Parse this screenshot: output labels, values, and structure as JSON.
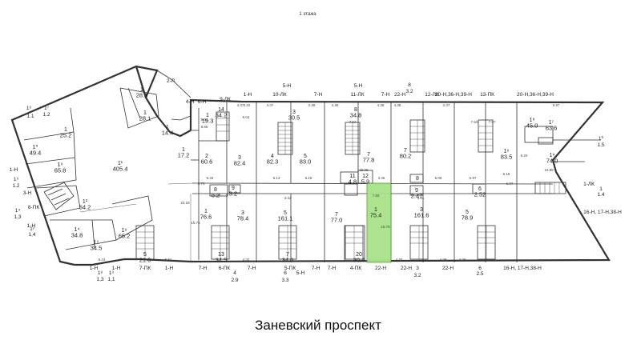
{
  "title": "1 этажа",
  "street": "Заневский проспект",
  "colors": {
    "highlight": "#a9e28a",
    "highlight_stroke": "#4c9a2a",
    "wall": "#333333"
  },
  "top_axes": [
    {
      "id": "a1",
      "label": "2-Л"
    },
    {
      "id": "a2",
      "label": "4-Н"
    },
    {
      "id": "a3",
      "label": "6-Н"
    },
    {
      "id": "a4",
      "label": "9-ЛК"
    },
    {
      "id": "a5",
      "label": "1-Н"
    },
    {
      "id": "a6",
      "label": "5-Н"
    },
    {
      "id": "a7",
      "label": "10-ЛК"
    },
    {
      "id": "a8",
      "label": "7-Н"
    },
    {
      "id": "a9",
      "label": "5-Н"
    },
    {
      "id": "a10",
      "label": "11-ЛК"
    },
    {
      "id": "a11",
      "label": "7-Н"
    },
    {
      "id": "a12",
      "label": "22-Н"
    },
    {
      "id": "a13",
      "label": "8"
    },
    {
      "id": "a14",
      "label": "3.2"
    },
    {
      "id": "a15",
      "label": "12-ЛК"
    },
    {
      "id": "a16",
      "label": "20-Н,36-Н,39-Н"
    },
    {
      "id": "a17",
      "label": "13-ПК"
    },
    {
      "id": "a18",
      "label": "20-Н,36-Н,39-Н"
    }
  ],
  "bottom_axes": [
    {
      "id": "b1",
      "label": "1-Н"
    },
    {
      "id": "b2",
      "label": "1-Н"
    },
    {
      "id": "b3",
      "label": "1⁸"
    },
    {
      "id": "b4",
      "label": "1,3"
    },
    {
      "id": "b5",
      "label": "1⁹"
    },
    {
      "id": "b6",
      "label": "1,1"
    },
    {
      "id": "b7",
      "label": "7-ПК"
    },
    {
      "id": "b8",
      "label": "1-Н"
    },
    {
      "id": "b9",
      "label": "7-Н"
    },
    {
      "id": "b10",
      "label": "6-ПК"
    },
    {
      "id": "b11",
      "label": "4"
    },
    {
      "id": "b12",
      "label": "2.9"
    },
    {
      "id": "b13",
      "label": "7-Н"
    },
    {
      "id": "b14",
      "label": "5-ПК"
    },
    {
      "id": "b15",
      "label": "6"
    },
    {
      "id": "b16",
      "label": "3.3"
    },
    {
      "id": "b17",
      "label": "5-Н"
    },
    {
      "id": "b18",
      "label": "7-Н"
    },
    {
      "id": "b19",
      "label": "7-Н"
    },
    {
      "id": "b20",
      "label": "4-ПК"
    },
    {
      "id": "b21",
      "label": "22-Н"
    },
    {
      "id": "b22",
      "label": "3"
    },
    {
      "id": "b23",
      "label": "3.2"
    },
    {
      "id": "b24",
      "label": "22-Н"
    },
    {
      "id": "b25",
      "label": "22-Н"
    },
    {
      "id": "b26",
      "label": "6"
    },
    {
      "id": "b27",
      "label": "2.5"
    },
    {
      "id": "b28",
      "label": "16-Н, 17-Н,38-Н"
    }
  ],
  "side_axes": [
    {
      "id": "s1",
      "label": "1⁶"
    },
    {
      "id": "s2",
      "label": "1.1"
    },
    {
      "id": "s3",
      "label": "1⁷"
    },
    {
      "id": "s4",
      "label": "1.2"
    },
    {
      "id": "s5",
      "label": "1-Н"
    },
    {
      "id": "s6",
      "label": "1⁵"
    },
    {
      "id": "s7",
      "label": "1.2"
    },
    {
      "id": "s8",
      "label": "3-Н"
    },
    {
      "id": "s9",
      "label": "8-ПК"
    },
    {
      "id": "s10",
      "label": "1⁴"
    },
    {
      "id": "s11",
      "label": "1,3"
    },
    {
      "id": "s12",
      "label": "1-Н"
    },
    {
      "id": "s13",
      "label": "1²"
    },
    {
      "id": "s14",
      "label": "1,4"
    },
    {
      "id": "s15",
      "label": "1⁰"
    },
    {
      "id": "s16",
      "label": "1.5"
    },
    {
      "id": "s17",
      "label": "1-ЛК"
    },
    {
      "id": "s18",
      "label": "1"
    },
    {
      "id": "s19",
      "label": "1.4"
    },
    {
      "id": "s20",
      "label": "16-Н, 17-Н,38-Н"
    }
  ],
  "rooms": [
    {
      "id": "r1",
      "num": "1",
      "area": "28.1"
    },
    {
      "id": "r2",
      "num": "1",
      "area": "28.1"
    },
    {
      "id": "r3",
      "num": "1",
      "area": "14.4"
    },
    {
      "id": "r4",
      "num": "1",
      "area": "25.2"
    },
    {
      "id": "r5",
      "num": "1⁰",
      "area": "49.4"
    },
    {
      "id": "r6",
      "num": "1⁹",
      "area": "65.8"
    },
    {
      "id": "r7",
      "num": "1¹",
      "area": "405.4"
    },
    {
      "id": "r8",
      "num": "1²",
      "area": "54.2"
    },
    {
      "id": "r9",
      "num": "1⁴",
      "area": "34.8"
    },
    {
      "id": "r10",
      "num": "1⁵",
      "area": "34.5"
    },
    {
      "id": "r11",
      "num": "1⁶",
      "area": "65.2"
    },
    {
      "id": "r12",
      "num": "1",
      "area": "17.2"
    },
    {
      "id": "r13",
      "num": "1",
      "area": "19.3"
    },
    {
      "id": "r14",
      "num": "14",
      "area": "34.2"
    },
    {
      "id": "r15",
      "num": "3",
      "area": "30.5"
    },
    {
      "id": "r16",
      "num": "2",
      "area": "60.6"
    },
    {
      "id": "r17",
      "num": "3",
      "area": "82.4"
    },
    {
      "id": "r18",
      "num": "4",
      "area": "82.3"
    },
    {
      "id": "r19",
      "num": "5",
      "area": "83.0"
    },
    {
      "id": "r20",
      "num": "8",
      "area": "6.2"
    },
    {
      "id": "r21",
      "num": "9",
      "area": "3.2"
    },
    {
      "id": "r22",
      "num": "1",
      "area": "76.6"
    },
    {
      "id": "r23",
      "num": "3",
      "area": "78.4"
    },
    {
      "id": "r24",
      "num": "5",
      "area": "161.1"
    },
    {
      "id": "r25",
      "num": "5",
      "area": "21.0"
    },
    {
      "id": "r26",
      "num": "13",
      "area": "34.5"
    },
    {
      "id": "r27",
      "num": "7",
      "area": "34.0"
    },
    {
      "id": "r28",
      "num": "8",
      "area": "34.8"
    },
    {
      "id": "r29",
      "num": "11",
      "area": "4.8"
    },
    {
      "id": "r30",
      "num": "12",
      "area": "5.9"
    },
    {
      "id": "r31",
      "num": "7",
      "area": "77.0"
    },
    {
      "id": "r32",
      "num": "1",
      "area": "75.4",
      "highlight": true
    },
    {
      "id": "r33",
      "num": "20",
      "area": "30.4"
    },
    {
      "id": "r34",
      "num": "7",
      "area": "80.2"
    },
    {
      "id": "r35",
      "num": "8",
      "area": ""
    },
    {
      "id": "r36",
      "num": "3",
      "area": "161.6"
    },
    {
      "id": "r37",
      "num": "5",
      "area": "78.9"
    },
    {
      "id": "r38",
      "num": "1⁸",
      "area": "45.0"
    },
    {
      "id": "r39",
      "num": "1⁷",
      "area": "63.6"
    },
    {
      "id": "r40",
      "num": "1⁶",
      "area": "83.5"
    },
    {
      "id": "r41",
      "num": "1⁹",
      "area": "74.0"
    },
    {
      "id": "r42",
      "num": "7",
      "area": "77.8"
    },
    {
      "id": "r43",
      "num": "9",
      "area": "2.47"
    },
    {
      "id": "r44",
      "num": "6",
      "area": "2.52"
    }
  ],
  "dimensions": [
    "4.37",
    "5.04",
    "4.22",
    "4.37",
    "4.38",
    "4.36",
    "4.36",
    "4.38",
    "4.37",
    "9.97",
    "5.04",
    "8.85",
    "3.70",
    "6.32",
    "6.14",
    "6.16",
    "6.06",
    "5.97",
    "6.07",
    "3.46",
    "4.33",
    "4.38",
    "4.33",
    "4.29",
    "5.81",
    "5.41",
    "3.42",
    "3.41",
    "2.68",
    "15.05",
    "7.82",
    "7.64",
    "7.63",
    "7.97",
    "10.88",
    "6.15",
    "6.20",
    "23.18",
    "15.76",
    "15.79"
  ]
}
